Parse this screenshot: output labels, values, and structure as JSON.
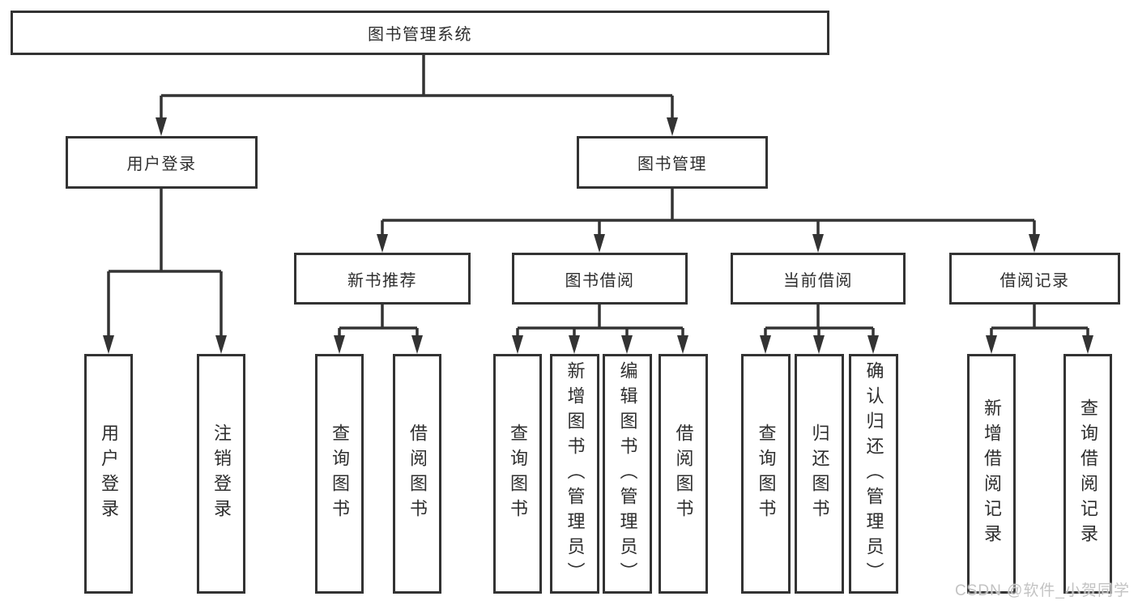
{
  "tree": {
    "root": {
      "label": "图书管理系统"
    },
    "user_branch": {
      "label": "用户登录",
      "children": [
        {
          "label": "用户登录"
        },
        {
          "label": "注销登录"
        }
      ]
    },
    "book_branch": {
      "label": "图书管理",
      "sections": [
        {
          "label": "新书推荐",
          "children": [
            {
              "label": "查询图书"
            },
            {
              "label": "借阅图书"
            }
          ]
        },
        {
          "label": "图书借阅",
          "children": [
            {
              "label": "查询图书"
            },
            {
              "label": "新增图书（管理员）"
            },
            {
              "label": "编辑图书（管理员）"
            },
            {
              "label": "借阅图书"
            }
          ]
        },
        {
          "label": "当前借阅",
          "children": [
            {
              "label": "查询图书"
            },
            {
              "label": "归还图书"
            },
            {
              "label": "确认归还（管理员）"
            }
          ]
        },
        {
          "label": "借阅记录",
          "children": [
            {
              "label": "新增借阅记录"
            },
            {
              "label": "查询借阅记录"
            }
          ]
        }
      ]
    }
  },
  "watermark": {
    "text": "CSDN @软件_小贺同学"
  },
  "colors": {
    "line": "#333333",
    "box_border": "#333333",
    "text": "#2e2e2e",
    "watermark": "#c3c3c3",
    "background": "#ffffff"
  }
}
